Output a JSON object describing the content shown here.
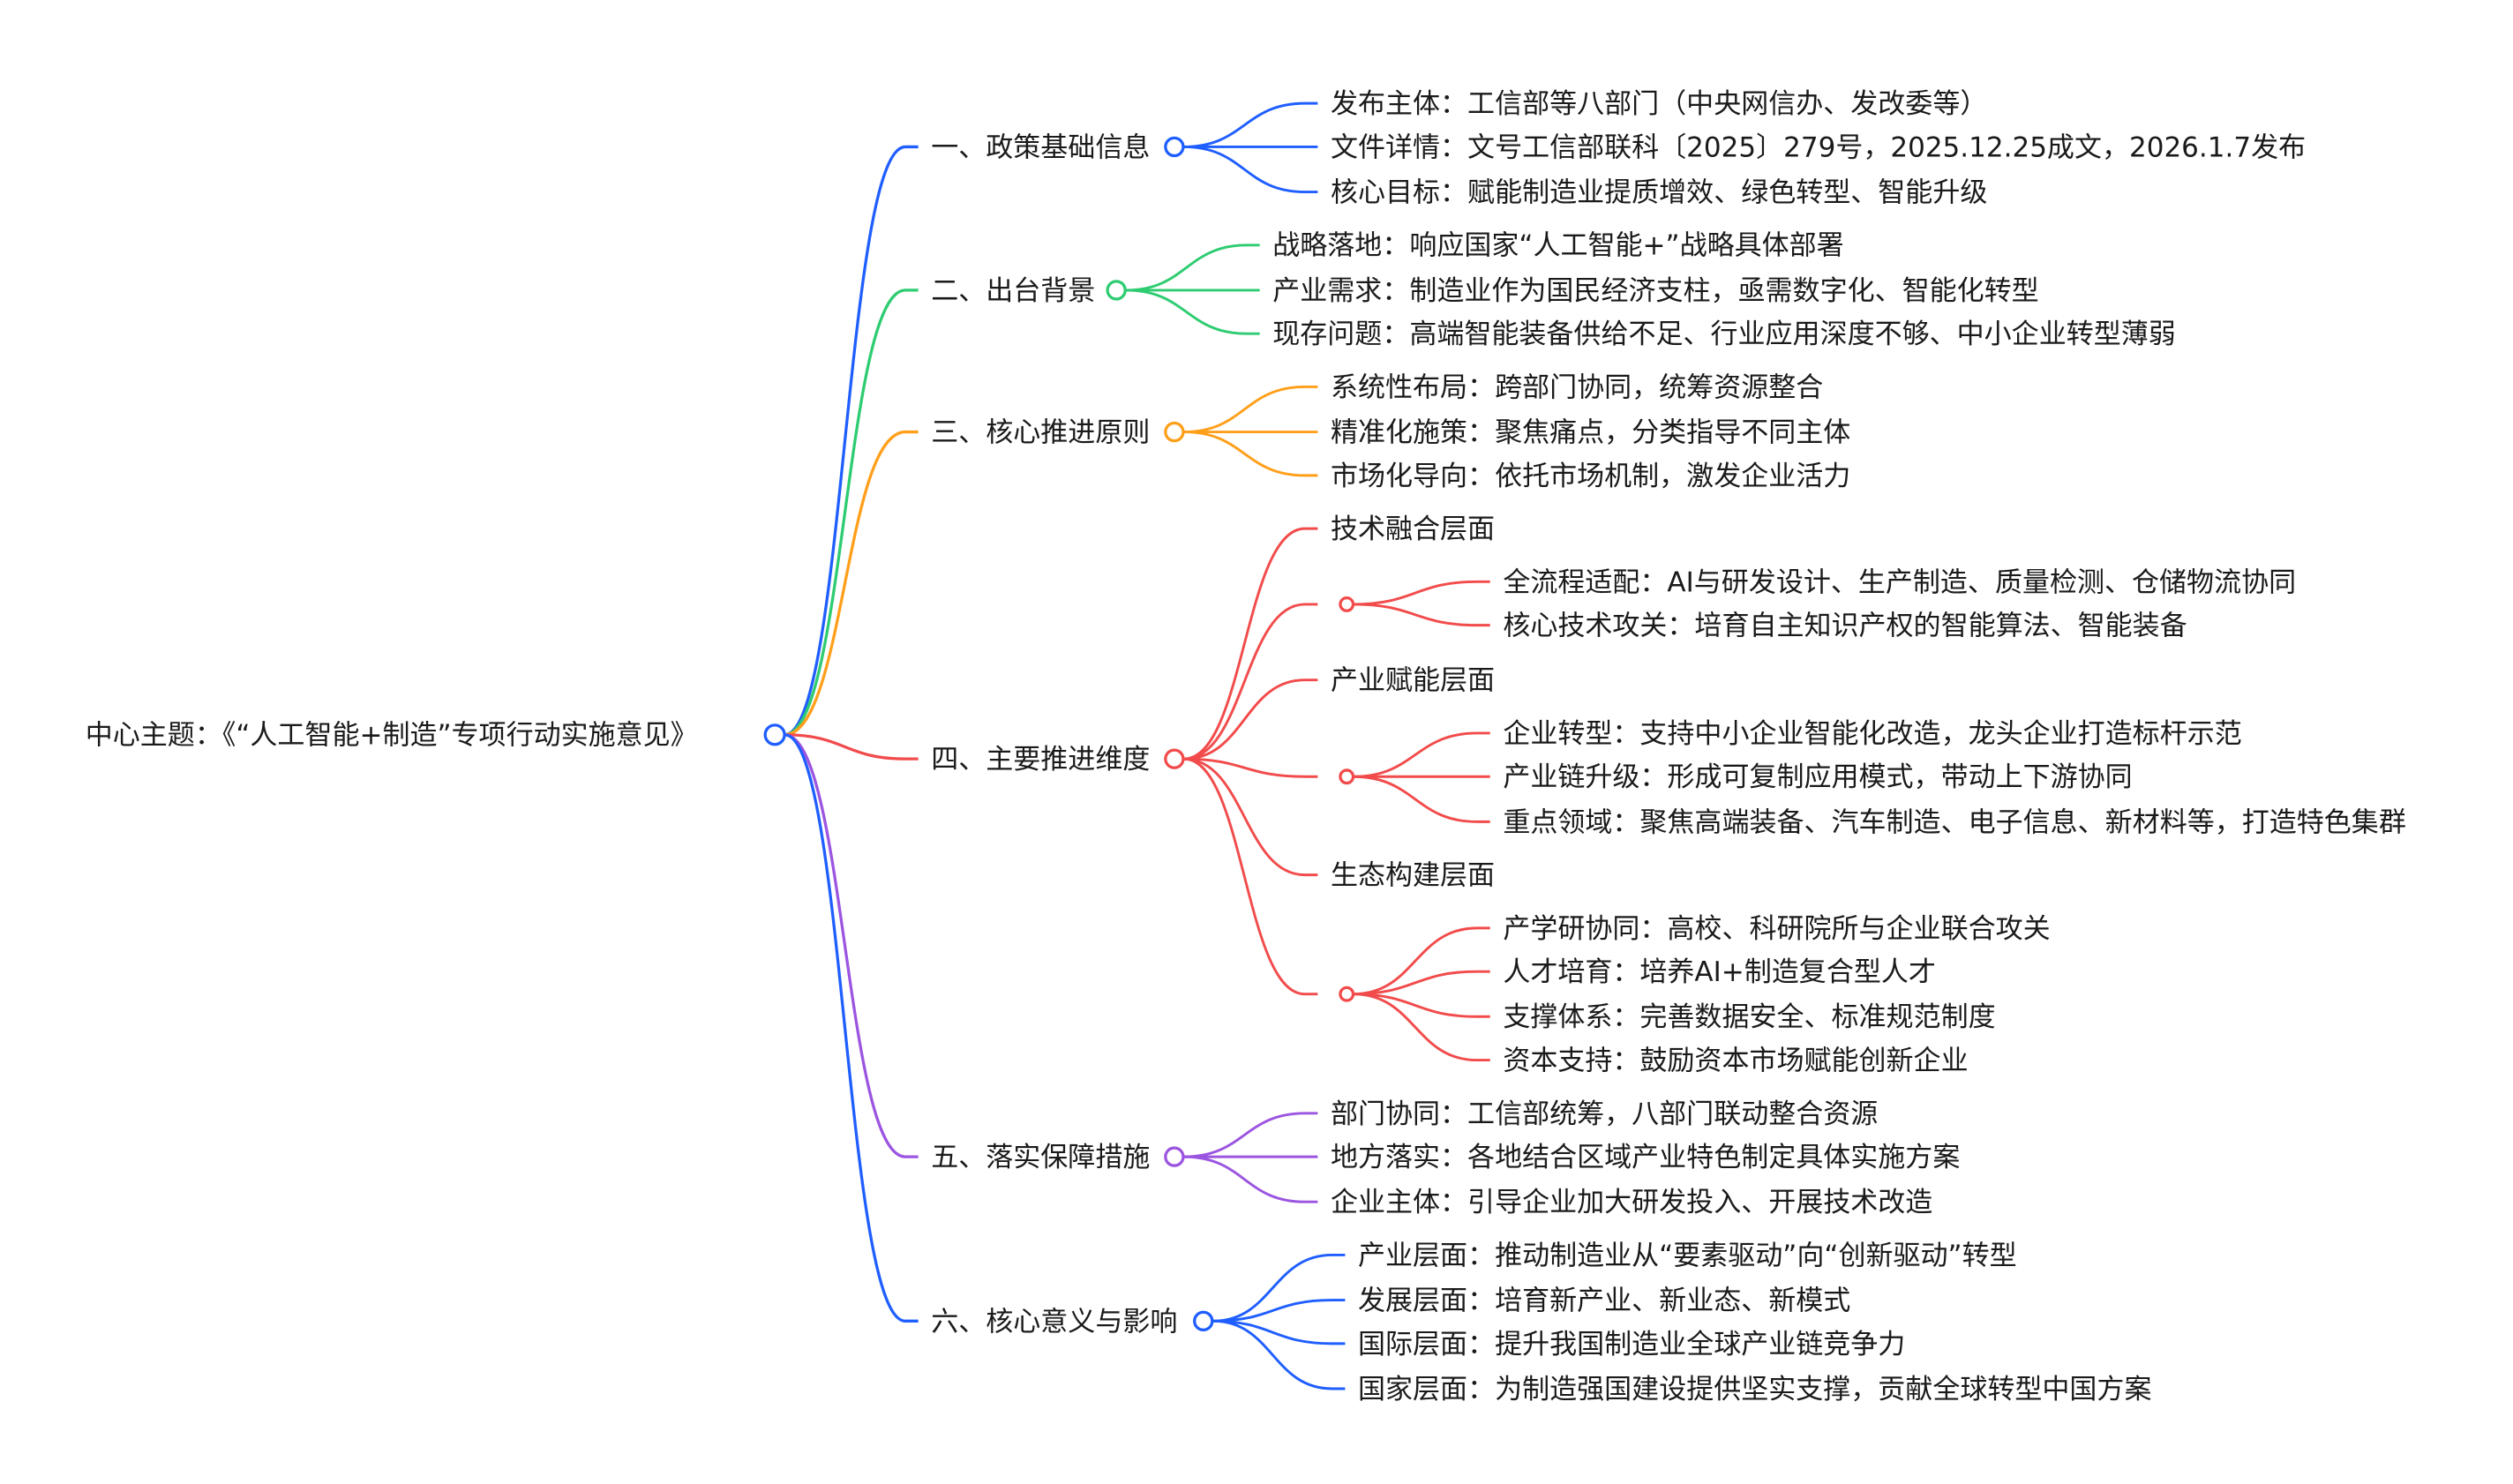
{
  "center": {
    "label": "中心主题：《“人工智能+制造”专项行动实施意见》",
    "color": "#1f5eff"
  },
  "branches": [
    {
      "label": "一、政策基础信息",
      "color": "#1f5eff",
      "items": [
        {
          "text": "发布主体：工信部等八部门（中央网信办、发改委等）"
        },
        {
          "text": "文件详情：文号工信部联科〔2025〕279号，2025.12.25成文，2026.1.7发布"
        },
        {
          "text": "核心目标：赋能制造业提质增效、绿色转型、智能升级"
        }
      ]
    },
    {
      "label": "二、出台背景",
      "color": "#2ecc71",
      "items": [
        {
          "text": "战略落地：响应国家“人工智能+”战略具体部署"
        },
        {
          "text": "产业需求：制造业作为国民经济支柱，亟需数字化、智能化转型"
        },
        {
          "text": "现存问题：高端智能装备供给不足、行业应用深度不够、中小企业转型薄弱"
        }
      ]
    },
    {
      "label": "三、核心推进原则",
      "color": "#ff9f1a",
      "items": [
        {
          "text": "系统性布局：跨部门协同，统筹资源整合"
        },
        {
          "text": "精准化施策：聚焦痛点，分类指导不同主体"
        },
        {
          "text": "市场化导向：依托市场机制，激发企业活力"
        }
      ]
    },
    {
      "label": "四、主要推进维度",
      "color": "#f24b4b",
      "groups": [
        {
          "label": "技术融合层面",
          "items": [
            {
              "text": "全流程适配：AI与研发设计、生产制造、质量检测、仓储物流协同"
            },
            {
              "text": "核心技术攻关：培育自主知识产权的智能算法、智能装备"
            }
          ]
        },
        {
          "label": "产业赋能层面",
          "items": [
            {
              "text": "企业转型：支持中小企业智能化改造，龙头企业打造标杆示范"
            },
            {
              "text": "产业链升级：形成可复制应用模式，带动上下游协同"
            },
            {
              "text": "重点领域：聚焦高端装备、汽车制造、电子信息、新材料等，打造特色集群"
            }
          ]
        },
        {
          "label": "生态构建层面",
          "items": [
            {
              "text": "产学研协同：高校、科研院所与企业联合攻关"
            },
            {
              "text": "人才培育：培养AI+制造复合型人才"
            },
            {
              "text": "支撑体系：完善数据安全、标准规范制度"
            },
            {
              "text": "资本支持：鼓励资本市场赋能创新企业"
            }
          ]
        }
      ]
    },
    {
      "label": "五、落实保障措施",
      "color": "#9b55e0",
      "items": [
        {
          "text": "部门协同：工信部统筹，八部门联动整合资源"
        },
        {
          "text": "地方落实：各地结合区域产业特色制定具体实施方案"
        },
        {
          "text": "企业主体：引导企业加大研发投入、开展技术改造"
        }
      ]
    },
    {
      "label": "六、核心意义与影响",
      "color": "#1f5eff",
      "items": [
        {
          "text": "产业层面：推动制造业从“要素驱动”向“创新驱动”转型"
        },
        {
          "text": "发展层面：培育新产业、新业态、新模式"
        },
        {
          "text": "国际层面：提升我国制造业全球产业链竞争力"
        },
        {
          "text": "国家层面：为制造强国建设提供坚实支撑，贡献全球转型中国方案"
        }
      ]
    }
  ]
}
